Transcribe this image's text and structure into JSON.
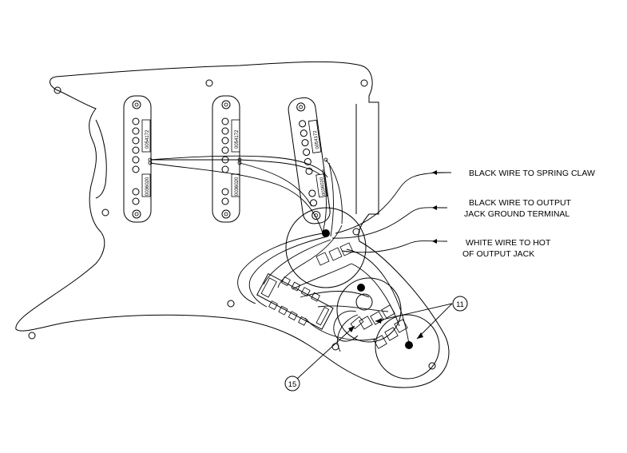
{
  "labels": {
    "spring_claw": "BLACK WIRE TO SPRING CLAW",
    "output_ground_line1": "BLACK WIRE TO OUTPUT",
    "output_ground_line2": "JACK GROUND TERMINAL",
    "hot_output_line1": "WHITE WIRE TO HOT",
    "hot_output_line2": "OF OUTPUT JACK"
  },
  "callouts": {
    "pots": "11",
    "capacitor": "15"
  },
  "pickups": {
    "part_number": "0054172",
    "bottom_code": "0036020"
  }
}
